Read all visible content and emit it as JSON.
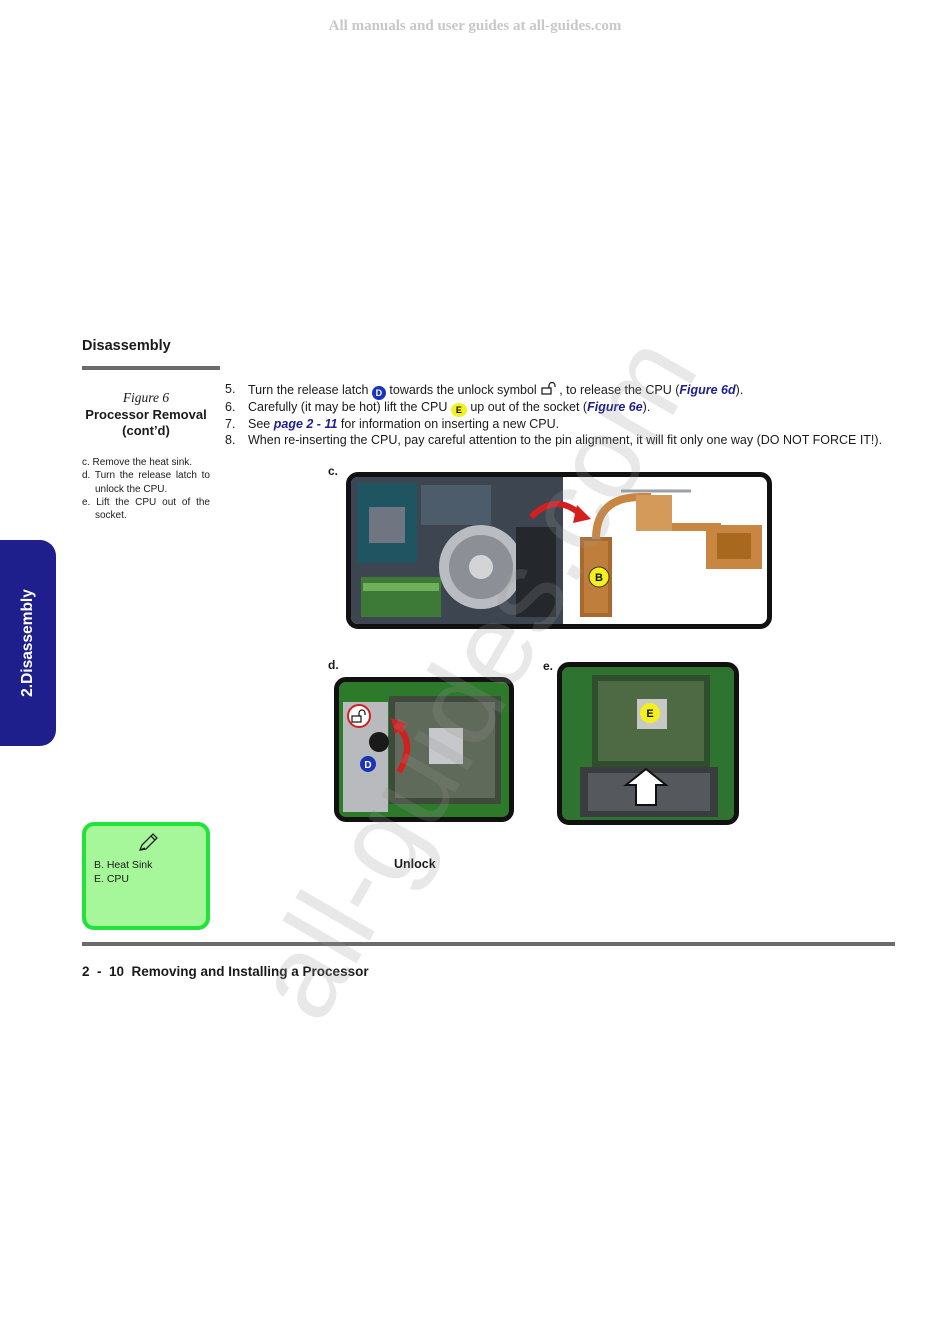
{
  "banner": "All manuals and user guides at all-guides.com",
  "watermark": "all-guides.com",
  "section_title": "Disassembly",
  "side_tab": "2.Disassembly",
  "figure": {
    "number": "Figure 6",
    "title": "Processor Removal (cont’d)",
    "steps": [
      "c. Remove the heat sink.",
      "d. Turn the release latch to unlock the CPU.",
      "e. Lift the CPU out of the socket."
    ]
  },
  "instructions": [
    {
      "num": "5.",
      "t1": "Turn the release latch",
      "badge": "D",
      "t2": "towards the unlock symbol",
      "t3": ", to release the CPU  (",
      "link": "Figure 6d",
      "t4": ")."
    },
    {
      "num": "6.",
      "t1": "Carefully (it may be hot) lift the CPU",
      "badge": "E",
      "t2": "up out of the socket (",
      "link": "Figure 6e",
      "t3": ")."
    },
    {
      "num": "7.",
      "t1": "See",
      "link": "page 2 - 11",
      "t2": "for information on inserting  a new CPU."
    },
    {
      "num": "8.",
      "t1": "When re-inserting the CPU, pay careful attention to the pin alignment, it will fit only one way (DO NOT FORCE IT!)."
    }
  ],
  "panels": {
    "c": {
      "label": "c.",
      "marker": "B"
    },
    "d": {
      "label": "d.",
      "marker": "D"
    },
    "e": {
      "label": "e.",
      "marker": "E"
    }
  },
  "unlock_caption": "Unlock",
  "note": {
    "items": [
      "B.  Heat Sink",
      "E.  CPU"
    ]
  },
  "footer": "2  -  10  Removing and Installing a Processor"
}
